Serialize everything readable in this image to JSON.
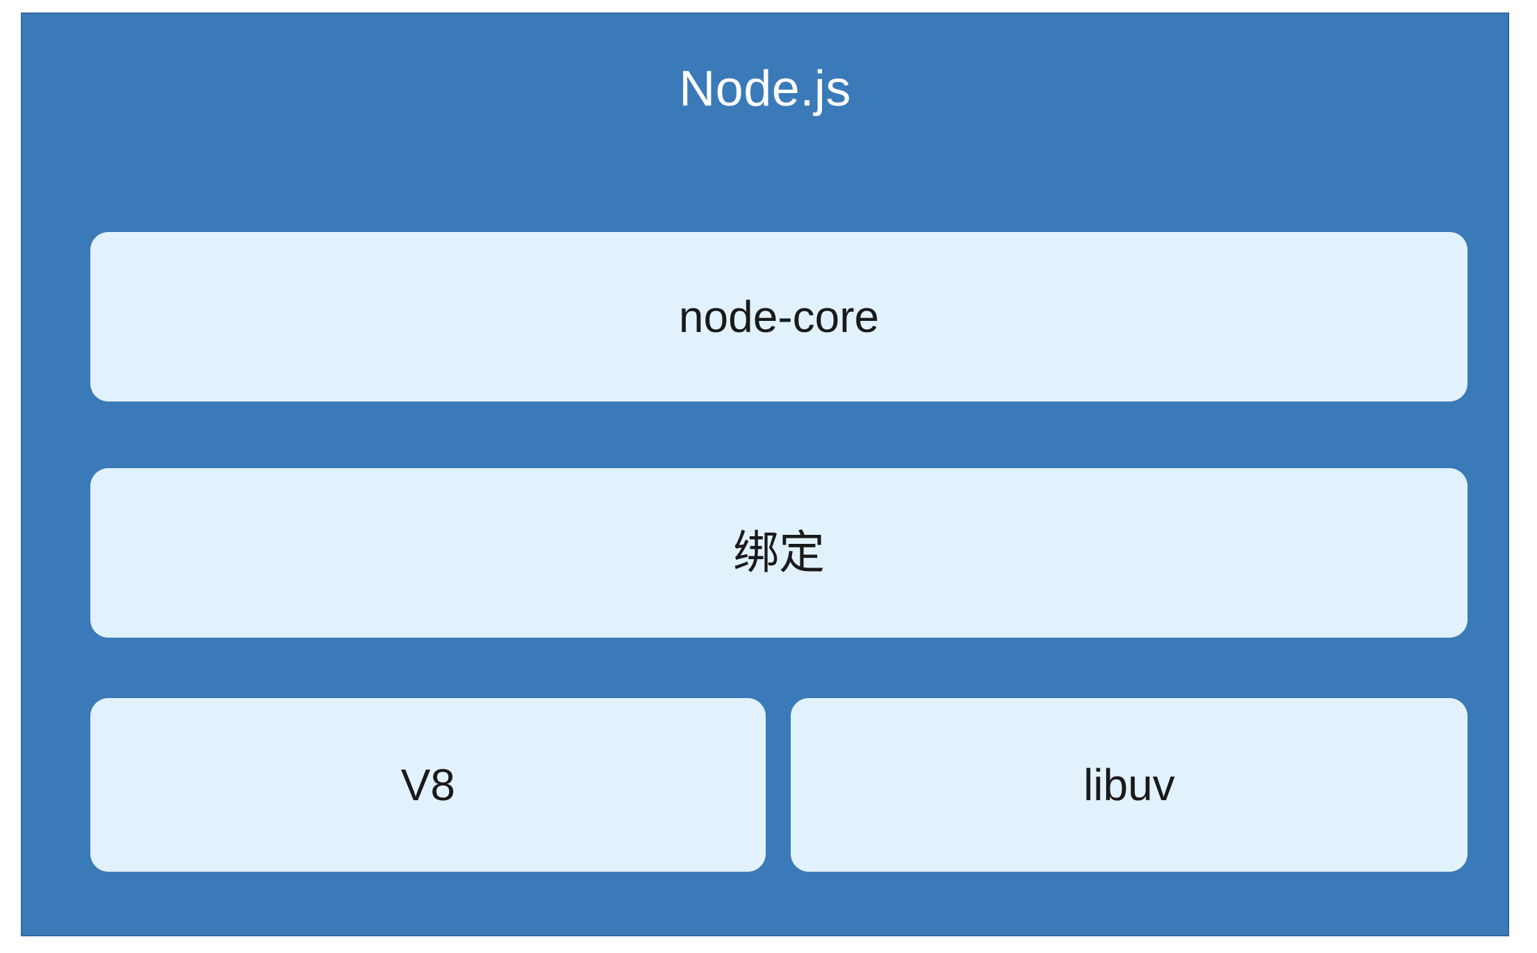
{
  "diagram": {
    "title": "Node.js",
    "type": "layered-architecture-stack",
    "colors": {
      "panel_background": "#3B7AB8",
      "panel_border": "#31699F",
      "layer_fill": "#E2F2FD",
      "title_text": "#FFFFFF",
      "layer_text": "#1A1A1A",
      "page_background": "#FFFFFF"
    },
    "rows": [
      {
        "row_index": 0,
        "layers": [
          {
            "label": "node-core",
            "span": "full"
          }
        ]
      },
      {
        "row_index": 1,
        "layers": [
          {
            "label": "绑定",
            "span": "full"
          }
        ]
      },
      {
        "row_index": 2,
        "layers": [
          {
            "label": "V8",
            "span": "half"
          },
          {
            "label": "libuv",
            "span": "half"
          }
        ]
      }
    ],
    "layers_flat": [
      {
        "label": "node-core"
      },
      {
        "label": "绑定"
      },
      {
        "label": "V8"
      },
      {
        "label": "libuv"
      }
    ]
  }
}
